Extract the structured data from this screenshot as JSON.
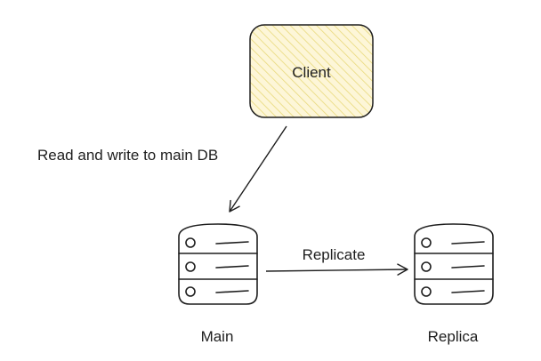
{
  "nodes": {
    "client": {
      "label": "Client"
    },
    "main": {
      "label": "Main"
    },
    "replica": {
      "label": "Replica"
    }
  },
  "edges": {
    "client_to_main": {
      "label": "Read and write to main DB"
    },
    "main_to_replica": {
      "label": "Replicate"
    }
  },
  "colors": {
    "client_fill": "#fdf6d8",
    "client_hatch": "#e8d97a",
    "stroke": "#1e1e1e"
  },
  "icons": {
    "main": "database-server-icon",
    "replica": "database-server-icon"
  }
}
